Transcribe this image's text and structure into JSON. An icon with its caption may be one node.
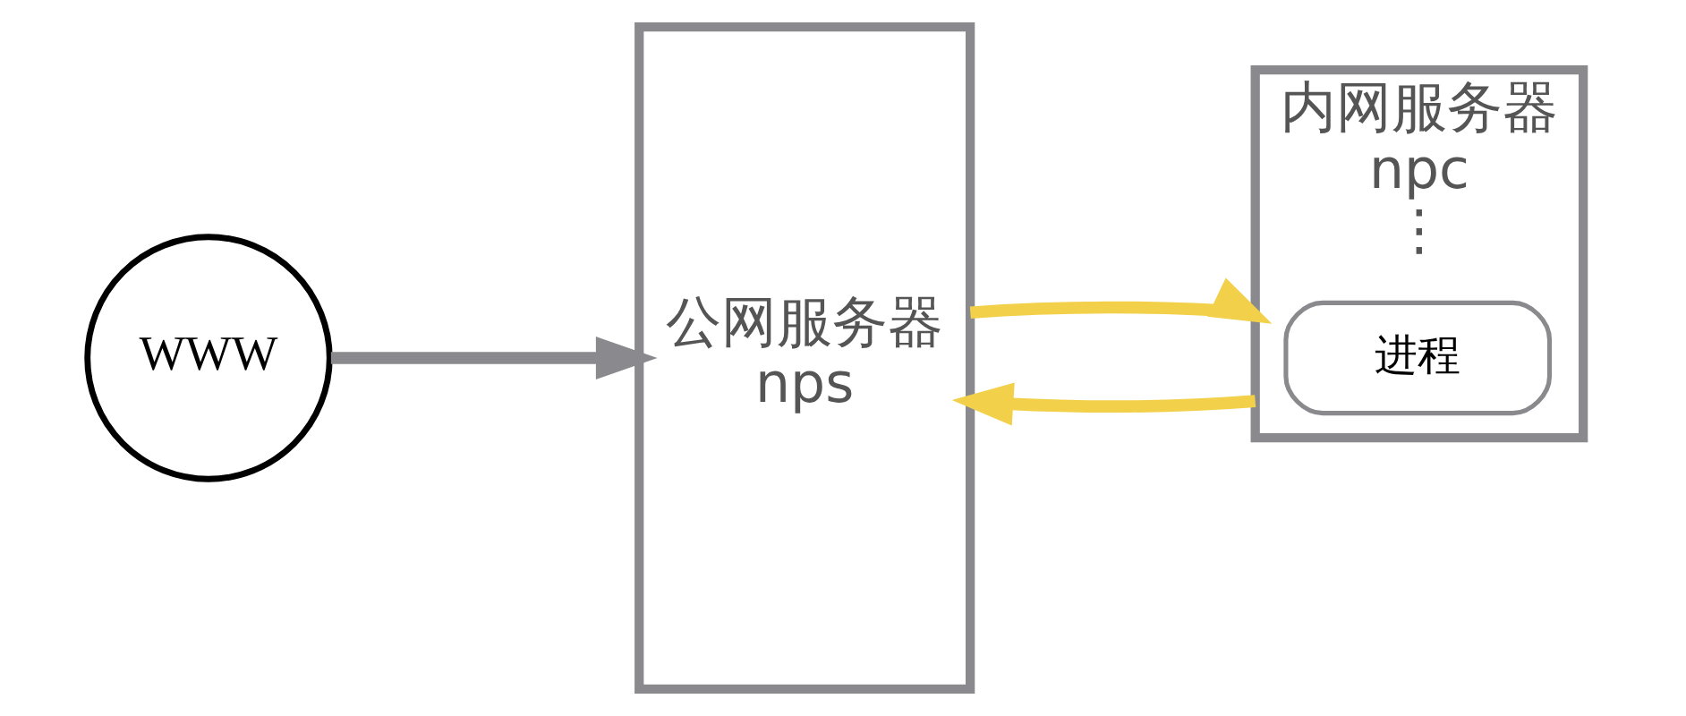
{
  "diagram": {
    "nodes": [
      {
        "text": [
          "WWW"
        ]
      },
      {
        "text": [
          "公网服务器",
          "nps"
        ]
      },
      {
        "text": [
          "内网服务器",
          "npc",
          "⋮"
        ]
      },
      {
        "text": [
          "进程"
        ],
        "in": 2
      }
    ],
    "edges": [
      {
        "from": 0,
        "to": 1,
        "arrow": "to",
        "color": "#8a8a8e"
      },
      {
        "from": 1,
        "to": 2,
        "arrow": "to",
        "color": "#f2d04a"
      },
      {
        "from": 2,
        "to": 1,
        "arrow": "to",
        "color": "#f2d04a"
      }
    ]
  }
}
